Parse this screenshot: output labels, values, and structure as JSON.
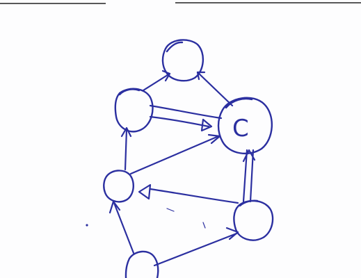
{
  "colors": {
    "ink": "#2b2fa0",
    "paper": "#fdfdfe",
    "rule": "#222222"
  },
  "diagram": {
    "kind": "hand-drawn directed graph",
    "nodes": [
      {
        "id": "top",
        "label": ""
      },
      {
        "id": "left",
        "label": ""
      },
      {
        "id": "c",
        "label": "C"
      },
      {
        "id": "middle",
        "label": ""
      },
      {
        "id": "right",
        "label": ""
      },
      {
        "id": "bottom",
        "label": ""
      }
    ],
    "edges": [
      {
        "from": "left",
        "to": "top"
      },
      {
        "from": "c",
        "to": "top"
      },
      {
        "from": "left",
        "to": "c"
      },
      {
        "from": "middle",
        "to": "left"
      },
      {
        "from": "middle",
        "to": "c"
      },
      {
        "from": "right",
        "to": "c"
      },
      {
        "from": "right",
        "to": "middle"
      },
      {
        "from": "bottom",
        "to": "middle"
      },
      {
        "from": "bottom",
        "to": "right"
      }
    ]
  }
}
